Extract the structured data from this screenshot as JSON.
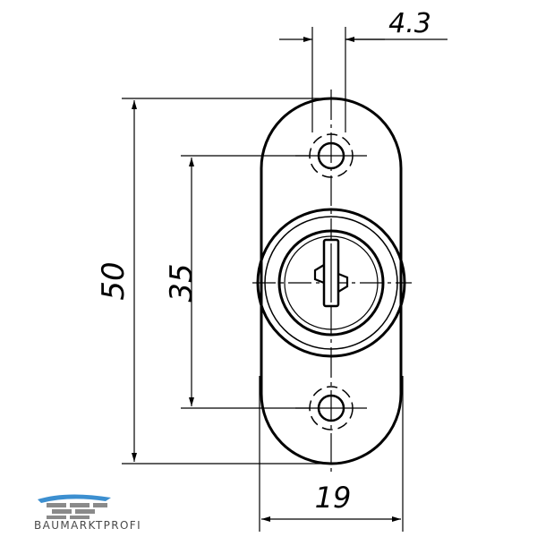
{
  "dimensions": {
    "hole_diameter": "4.3",
    "total_height": "50",
    "hole_spacing": "35",
    "width": "19"
  },
  "logo": {
    "text": "BAUMARKTPROFI",
    "accent_color": "#3c8fd0",
    "secondary_color": "#8a8a8a"
  }
}
